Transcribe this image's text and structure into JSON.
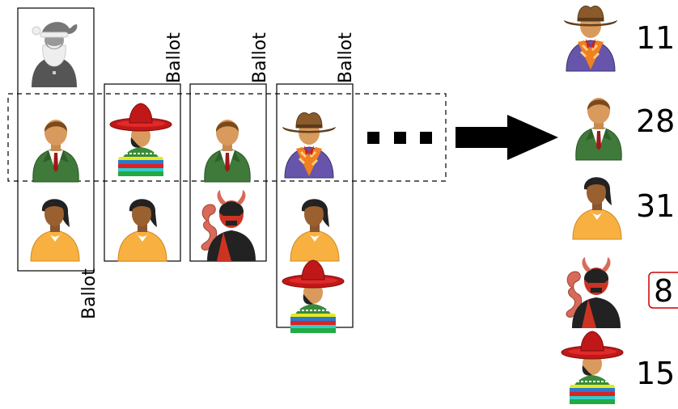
{
  "ballot_label": "Ballot",
  "ellipsis": "...",
  "candidates": {
    "cowboy": {
      "name": "cowboy",
      "count": "11",
      "highlighted": false
    },
    "suit": {
      "name": "suit",
      "count": "28",
      "highlighted": false
    },
    "woman": {
      "name": "woman",
      "count": "31",
      "highlighted": false
    },
    "devil": {
      "name": "devil",
      "count": "8",
      "highlighted": true
    },
    "mexican": {
      "name": "mexican",
      "count": "15",
      "highlighted": false
    }
  },
  "colors": {
    "highlight_border": "#cc0000",
    "arrow": "#000000",
    "ballot_border": "#000000",
    "dashed_selection": "#000000"
  }
}
